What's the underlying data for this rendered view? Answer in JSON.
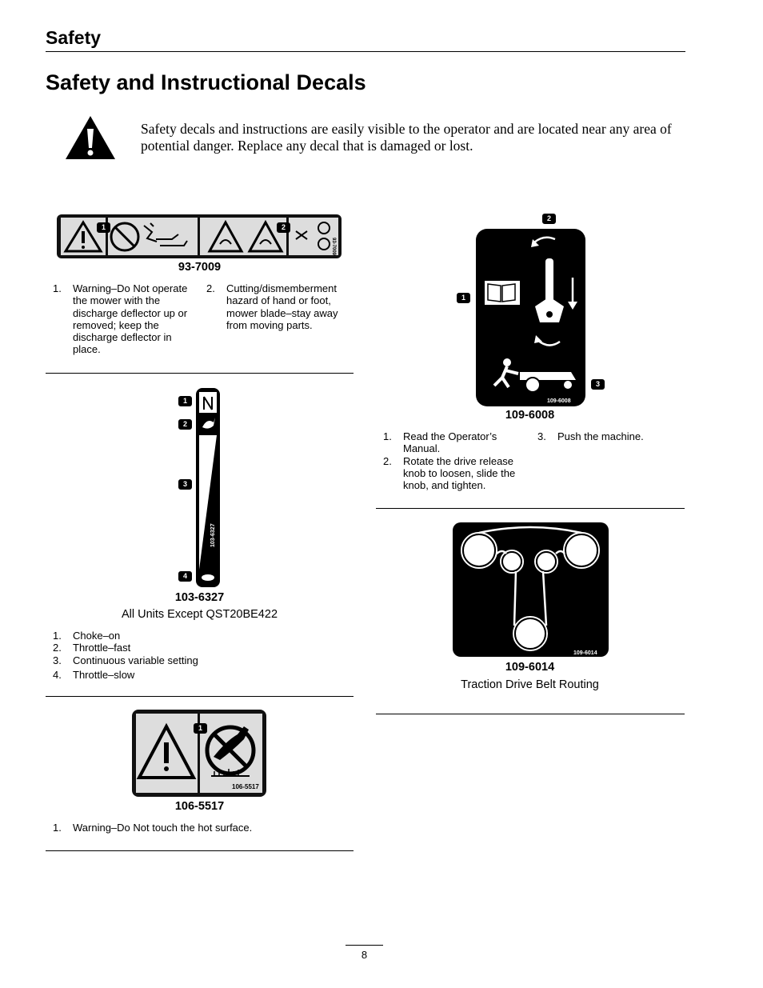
{
  "header": {
    "section": "Safety",
    "title": "Safety and Instructional Decals",
    "intro": "Safety decals and instructions are easily visible to the operator and are located near any area of potential danger. Replace any decal that is damaged or lost."
  },
  "decals": {
    "d93_7009": {
      "number": "93-7009",
      "label_on_decal": "93-7009",
      "callouts": [
        "1",
        "2"
      ],
      "items": [
        {
          "n": "1.",
          "text": "Warning–Do Not operate the mower with the discharge deflector up or removed; keep the discharge deflector in place."
        },
        {
          "n": "2.",
          "text": "Cutting/dismemberment hazard of hand or foot, mower blade–stay away from moving parts."
        }
      ]
    },
    "d103_6327": {
      "number": "103-6327",
      "label_on_decal": "103-6327",
      "caption": "All Units Except QST20BE422",
      "callouts": [
        "1",
        "2",
        "3",
        "4"
      ],
      "items": [
        {
          "n": "1.",
          "text": "Choke–on"
        },
        {
          "n": "2.",
          "text": "Throttle–fast"
        },
        {
          "n": "3.",
          "text": "Continuous variable setting"
        },
        {
          "n": "4.",
          "text": "Throttle–slow"
        }
      ]
    },
    "d106_5517": {
      "number": "106-5517",
      "label_on_decal": "106-5517",
      "callouts": [
        "1"
      ],
      "items": [
        {
          "n": "1.",
          "text": "Warning–Do Not touch the hot surface."
        }
      ]
    },
    "d109_6008": {
      "number": "109-6008",
      "label_on_decal": "109-6008",
      "callouts": [
        "1",
        "2",
        "3"
      ],
      "items": [
        {
          "n": "1.",
          "text": "Read the Operator’s Manual."
        },
        {
          "n": "2.",
          "text": "Rotate the drive release knob to loosen, slide the knob, and tighten."
        },
        {
          "n": "3.",
          "text": "Push the machine."
        }
      ]
    },
    "d109_6014": {
      "number": "109-6014",
      "label_on_decal": "109-6014",
      "caption": "Traction Drive Belt Routing"
    }
  },
  "footer": {
    "page": "8"
  }
}
